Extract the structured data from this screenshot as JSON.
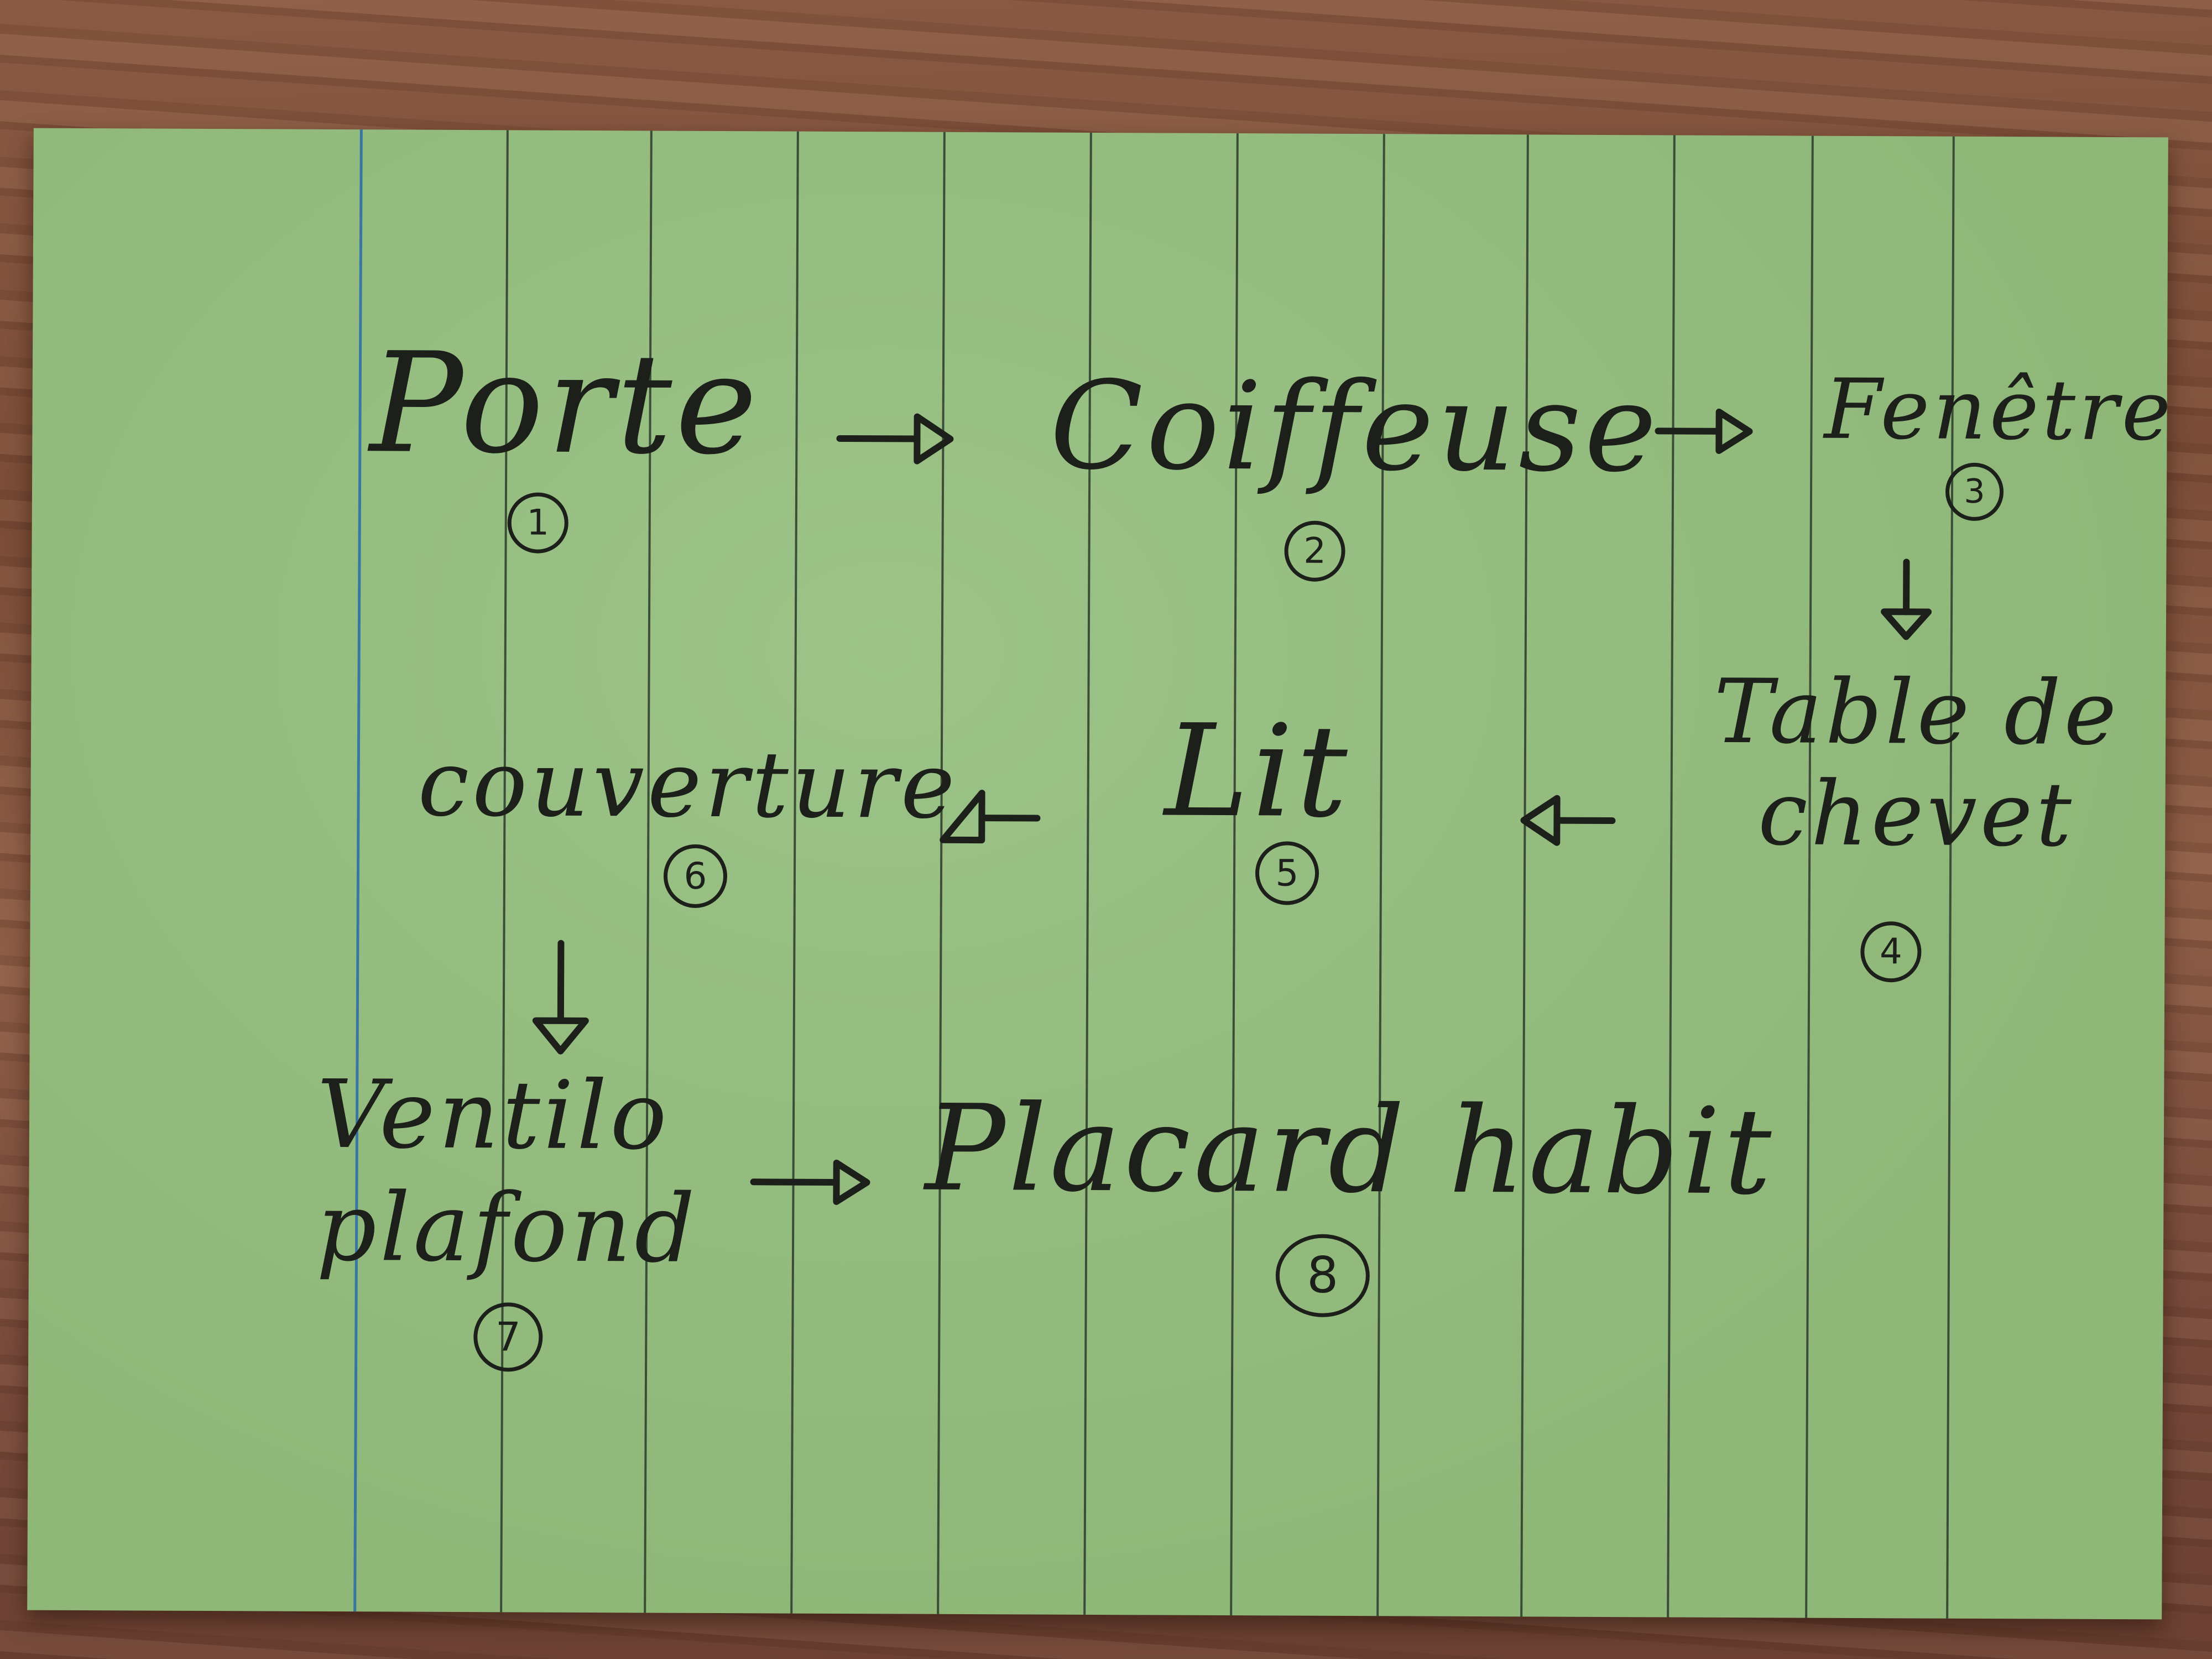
{
  "card": {
    "steps": [
      {
        "label": "Porte",
        "number": "1"
      },
      {
        "label": "Coiffeuse",
        "number": "2"
      },
      {
        "label": "Fenêtre",
        "number": "3"
      },
      {
        "label": "Table de chevet",
        "number": "4"
      },
      {
        "label": "Lit",
        "number": "5"
      },
      {
        "label": "couverture",
        "number": "6"
      },
      {
        "label": "Ventilo plafond",
        "number": "7"
      },
      {
        "label": "Placard habit",
        "number": "8"
      }
    ]
  },
  "colors": {
    "card": "#92bb7c",
    "ink": "#1c1f1a",
    "margin_rule": "#2f6fa6",
    "desk": "#7a4c37"
  }
}
